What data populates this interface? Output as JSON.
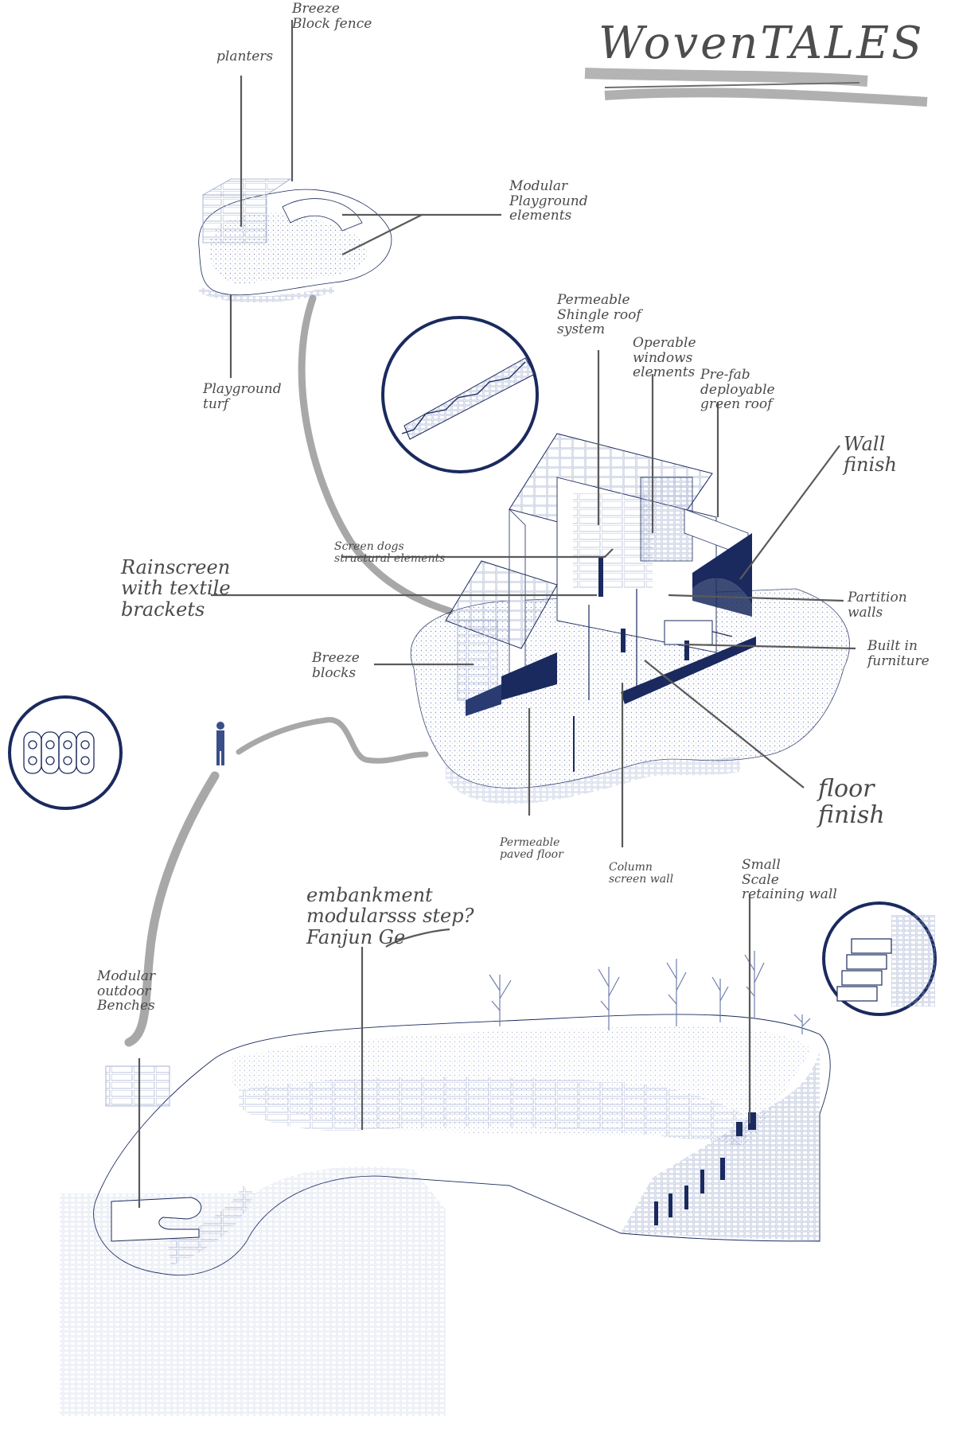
{
  "title": "WovenTALES",
  "labels": {
    "planters": "planters",
    "breeze_block_fence": "Breeze\nBlock fence",
    "modular_playground": "Modular\nPlayground\nelements",
    "playground_turf": "Playground\nturf",
    "permeable_shingle_roof": "Permeable\nShingle roof\nsystem",
    "operable_windows": "Operable\nwindows\nelements",
    "prefab_green_roof": "Pre-fab\ndeployable\ngreen roof",
    "wall_finish": "Wall\nfinish",
    "rainscreen": "Rainscreen\nwith textile\nbrackets",
    "screen_structural": "Screen dogs\nstructural elements",
    "partition_walls": "Partition\nwalls",
    "built_in_furniture": "Built in\nfurniture",
    "breeze_blocks": "Breeze\nblocks",
    "floor_finish": "floor\nfinish",
    "permeable_paved_floor": "Permeable\npaved floor",
    "column_screen_wall": "Column\nscreen wall",
    "retaining_wall": "Small\nScale\nretaining wall",
    "embankment": "embankment\nmodularsss step?\nFanjun Ge",
    "outdoor_benches": "Modular\noutdoor\nBenches"
  },
  "colors": {
    "navy": "#1a2a5e",
    "leader": "#5a5a5a",
    "path": "#a8a8a8",
    "sketch": "#9aa6c8",
    "dots": "#6f7fae"
  }
}
